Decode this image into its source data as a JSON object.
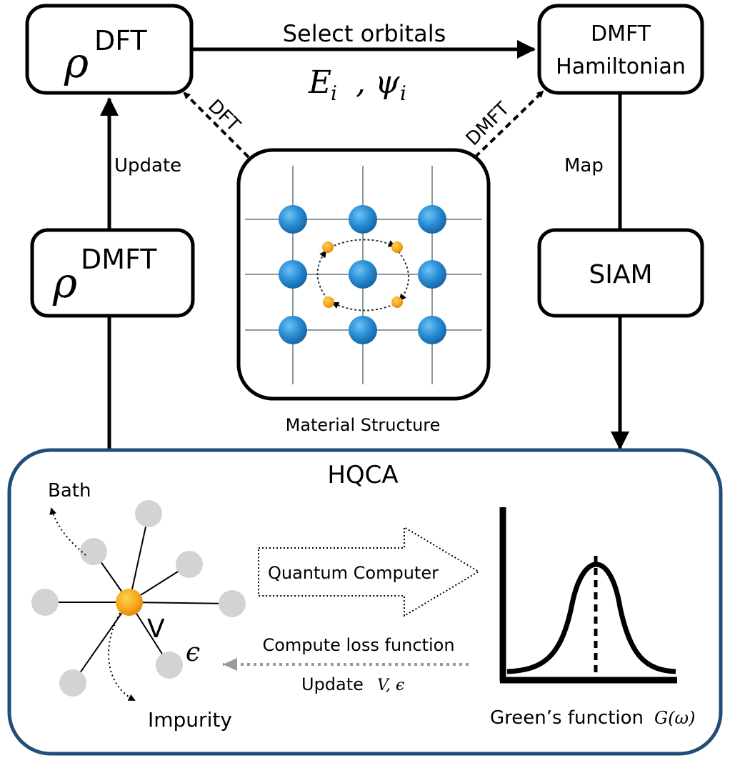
{
  "boxes": {
    "rho_dft": {
      "symbol": "ρ",
      "sup": "DFT"
    },
    "rho_dmft": {
      "symbol": "ρ",
      "sup": "DMFT"
    },
    "dmft_hamiltonian": {
      "line1": "DMFT",
      "line2": "Hamiltonian"
    },
    "siam": {
      "label": "SIAM"
    }
  },
  "arrows": {
    "select_orbitals": "Select orbitals",
    "orbital_formula": {
      "e": "E",
      "e_sub": "i",
      "sep": ",",
      "psi": "ψ",
      "psi_sub": "i"
    },
    "dft": "DFT",
    "dmft": "DMFT",
    "update": "Update",
    "map": "Map"
  },
  "material": {
    "caption": "Material Structure"
  },
  "hqca": {
    "title": "HQCA",
    "bath_label": "Bath",
    "impurity_label": "Impurity",
    "v_label": "V",
    "epsilon_label": "ϵ",
    "quantum_computer": "Quantum Computer",
    "compute_loss": "Compute loss function",
    "update_params_prefix": "Update",
    "update_params_vars": "V, ϵ",
    "greens_prefix": "Green’s function",
    "greens_symbol": "G(ω)"
  },
  "colors": {
    "hqca_border": "#1f4e79",
    "atom_blue": "#2a8fd6",
    "electron_orange": "#f5a31a",
    "bath_gray": "#d3d3d3",
    "lattice_gray": "#8a9a9a",
    "dotted_gray": "#9a9a9a"
  }
}
